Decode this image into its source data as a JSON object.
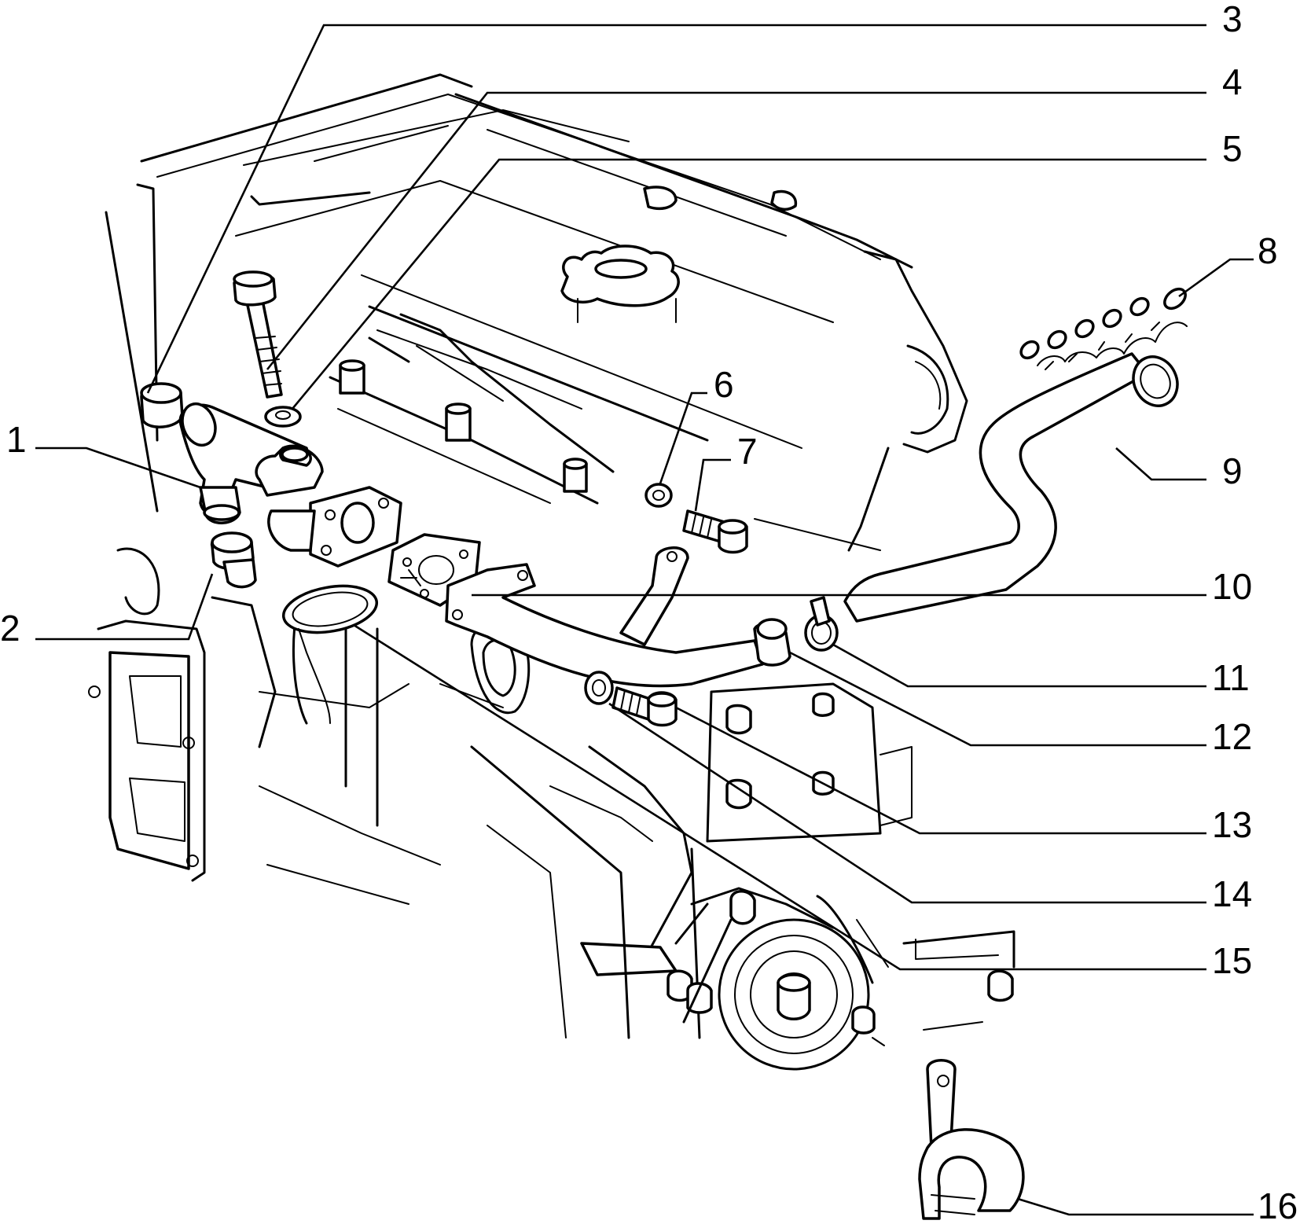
{
  "callouts": [
    {
      "id": "1",
      "label": "1"
    },
    {
      "id": "2",
      "label": "2"
    },
    {
      "id": "3",
      "label": "3"
    },
    {
      "id": "4",
      "label": "4"
    },
    {
      "id": "5",
      "label": "5"
    },
    {
      "id": "6",
      "label": "6"
    },
    {
      "id": "7",
      "label": "7"
    },
    {
      "id": "8",
      "label": "8"
    },
    {
      "id": "9",
      "label": "9"
    },
    {
      "id": "10",
      "label": "10"
    },
    {
      "id": "11",
      "label": "11"
    },
    {
      "id": "12",
      "label": "12"
    },
    {
      "id": "13",
      "label": "13"
    },
    {
      "id": "14",
      "label": "14"
    },
    {
      "id": "15",
      "label": "15"
    },
    {
      "id": "16",
      "label": "16"
    }
  ],
  "colors": {
    "ink": "#000000",
    "paper": "#ffffff"
  }
}
